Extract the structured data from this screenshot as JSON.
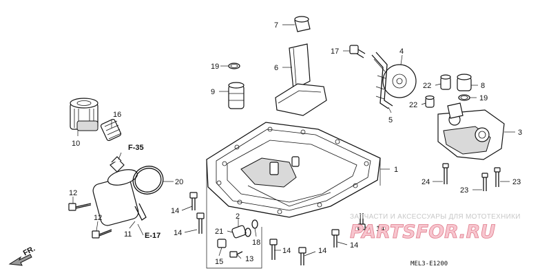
{
  "diagram": {
    "drawing_code": "MEL3-E1200",
    "references": {
      "f35": "F-35",
      "e17": "E-17",
      "fr": "FR."
    },
    "watermark": {
      "text": "ЗАПЧАСТИ И АКСЕССУАРЫ ДЛЯ МОТОТЕХНИКИ",
      "logo": "PARTSFOR.RU"
    },
    "callouts": [
      {
        "id": "c1",
        "num": "1"
      },
      {
        "id": "c2",
        "num": "2"
      },
      {
        "id": "c3",
        "num": "3"
      },
      {
        "id": "c4",
        "num": "4"
      },
      {
        "id": "c5",
        "num": "5"
      },
      {
        "id": "c6",
        "num": "6"
      },
      {
        "id": "c7",
        "num": "7"
      },
      {
        "id": "c8",
        "num": "8"
      },
      {
        "id": "c9",
        "num": "9"
      },
      {
        "id": "c10",
        "num": "10"
      },
      {
        "id": "c11",
        "num": "11"
      },
      {
        "id": "c12a",
        "num": "12"
      },
      {
        "id": "c12b",
        "num": "12"
      },
      {
        "id": "c13",
        "num": "13"
      },
      {
        "id": "c14a",
        "num": "14"
      },
      {
        "id": "c14b",
        "num": "14"
      },
      {
        "id": "c14c",
        "num": "14"
      },
      {
        "id": "c14d",
        "num": "14"
      },
      {
        "id": "c14e",
        "num": "14"
      },
      {
        "id": "c14f",
        "num": "14"
      },
      {
        "id": "c15",
        "num": "15"
      },
      {
        "id": "c16",
        "num": "16"
      },
      {
        "id": "c17",
        "num": "17"
      },
      {
        "id": "c18",
        "num": "18"
      },
      {
        "id": "c19a",
        "num": "19"
      },
      {
        "id": "c19b",
        "num": "19"
      },
      {
        "id": "c20",
        "num": "20"
      },
      {
        "id": "c21",
        "num": "21"
      },
      {
        "id": "c22a",
        "num": "22"
      },
      {
        "id": "c22b",
        "num": "22"
      },
      {
        "id": "c23a",
        "num": "23"
      },
      {
        "id": "c23b",
        "num": "23"
      },
      {
        "id": "c24",
        "num": "24"
      }
    ]
  }
}
